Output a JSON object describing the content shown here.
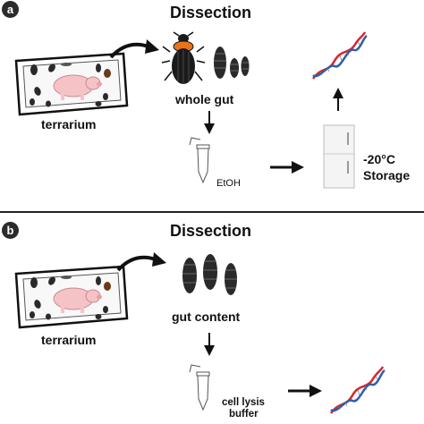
{
  "panel_a": {
    "badge": "a",
    "title": "Dissection",
    "terrarium_label": "terrarium",
    "gut_label": "whole gut",
    "tube_label": "EtOH",
    "temp_label": "-20°C",
    "storage_label": "Storage"
  },
  "panel_b": {
    "badge": "b",
    "title": "Dissection",
    "terrarium_label": "terrarium",
    "gut_label": "gut content",
    "buffer_line1": "cell lysis",
    "buffer_line2": "buffer"
  },
  "colors": {
    "dna_red": "#d7262c",
    "dna_blue": "#2f5ea8",
    "pig_pink": "#f5c3c6",
    "beetle_dark": "#1a1a1a",
    "beetle_orange": "#e8731c"
  }
}
